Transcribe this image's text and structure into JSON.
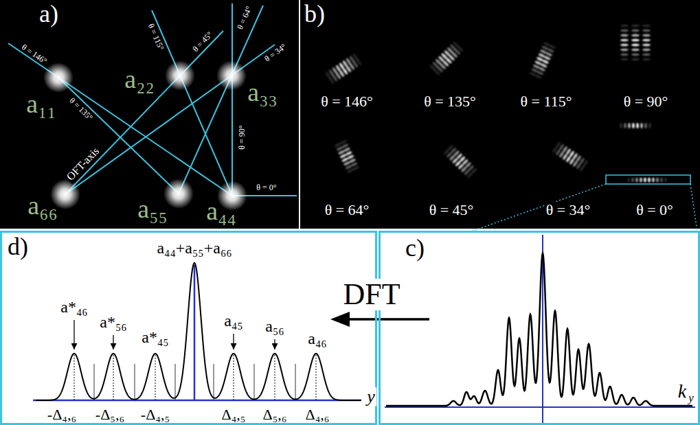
{
  "diagram": {
    "nodes": [
      {
        "text": [
          "a)"
        ]
      },
      {
        "text": [
          "b)"
        ]
      },
      {
        "text": [
          "d)"
        ]
      },
      {
        "text": [
          "c)"
        ]
      }
    ],
    "edges": [
      {
        "from": 3,
        "to": 2,
        "arrow": "to",
        "label": "DFT"
      }
    ],
    "labels": [
      "θ = 146°",
      "θ = 115°",
      "θ = 45°",
      "θ = 64°",
      "θ = 34°",
      "a₁₁",
      "a₂₂",
      "a₃₃",
      "θ = 135°",
      "θ = 90°",
      "OFT-axis",
      "θ = 0°",
      "a₆₆",
      "a₅₅",
      "a₄₄",
      "θ = 146°",
      "θ = 135°",
      "θ = 115°",
      "θ = 90°",
      "θ = 64°",
      "θ = 45°",
      "θ = 34°",
      "θ = 0°",
      "a₄₄+a₅₅+a₆₆",
      "a*₄₆",
      "a*₅₆",
      "a*₄₅",
      "a₄₅",
      "a₅₆",
      "a₄₆",
      "-Δ₄,₆",
      "-Δ₅,₆",
      "-Δ₄,₅",
      "Δ₄,₅",
      "Δ₅,₆",
      "Δ₄,₆",
      "y",
      "k",
      "y"
    ]
  }
}
